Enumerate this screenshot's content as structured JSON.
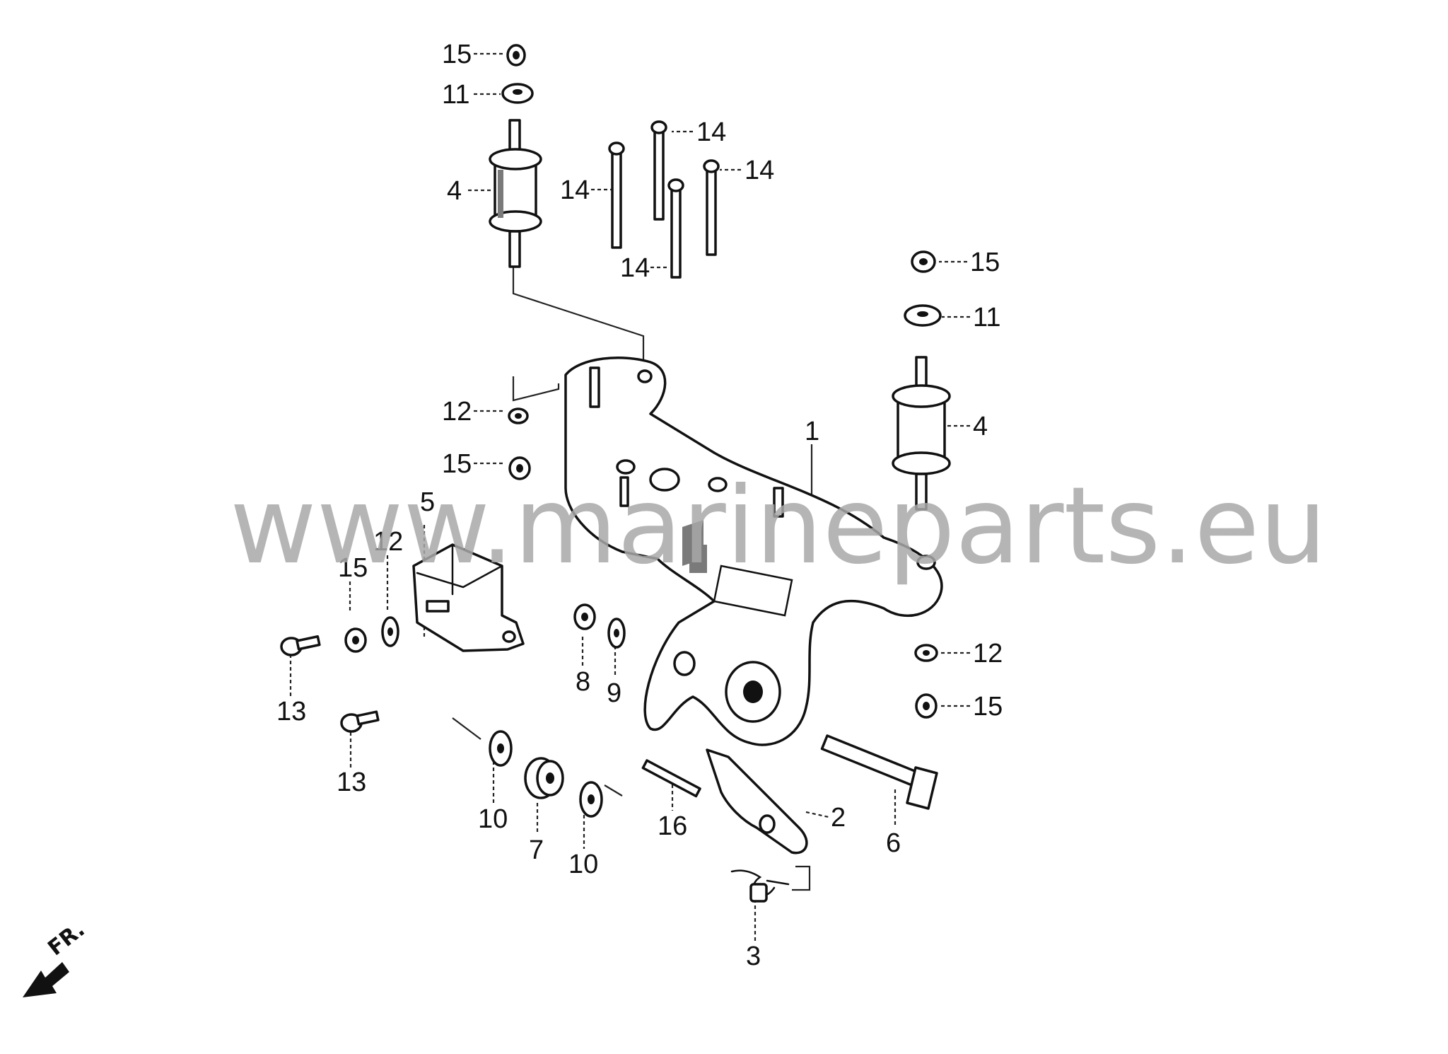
{
  "watermark": {
    "text": "www.marineparts.eu",
    "color": "#a8a8a8"
  },
  "direction_marker": {
    "text": "FR.",
    "icon": "front-direction-arrow-icon"
  },
  "callouts": [
    {
      "id": "c15a",
      "label": "15"
    },
    {
      "id": "c11a",
      "label": "11"
    },
    {
      "id": "c4a",
      "label": "4"
    },
    {
      "id": "c14a",
      "label": "14"
    },
    {
      "id": "c14b",
      "label": "14"
    },
    {
      "id": "c14c",
      "label": "14"
    },
    {
      "id": "c14d",
      "label": "14"
    },
    {
      "id": "c15b",
      "label": "15"
    },
    {
      "id": "c11b",
      "label": "11"
    },
    {
      "id": "c4b",
      "label": "4"
    },
    {
      "id": "c12a",
      "label": "12"
    },
    {
      "id": "c15c",
      "label": "15"
    },
    {
      "id": "c1",
      "label": "1"
    },
    {
      "id": "c5",
      "label": "5"
    },
    {
      "id": "c12b",
      "label": "12"
    },
    {
      "id": "c15d",
      "label": "15"
    },
    {
      "id": "c13a",
      "label": "13"
    },
    {
      "id": "c13b",
      "label": "13"
    },
    {
      "id": "c8",
      "label": "8"
    },
    {
      "id": "c9",
      "label": "9"
    },
    {
      "id": "c12c",
      "label": "12"
    },
    {
      "id": "c15e",
      "label": "15"
    },
    {
      "id": "c10a",
      "label": "10"
    },
    {
      "id": "c7",
      "label": "7"
    },
    {
      "id": "c10b",
      "label": "10"
    },
    {
      "id": "c16",
      "label": "16"
    },
    {
      "id": "c2",
      "label": "2"
    },
    {
      "id": "c6",
      "label": "6"
    },
    {
      "id": "c3",
      "label": "3"
    }
  ]
}
